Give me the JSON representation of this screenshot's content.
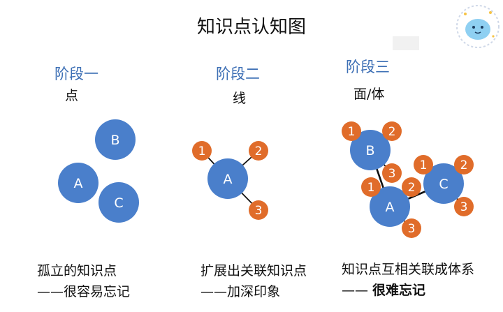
{
  "title": "知识点认知图",
  "colors": {
    "blue": "#4a7fcb",
    "orange": "#e06c2a",
    "stage": "#3d6fb5",
    "line": "#111111"
  },
  "stages": [
    {
      "label": "阶段一",
      "sub": "点",
      "caption_line1": "孤立的知识点",
      "caption_line2": "——很容易忘记",
      "nodes": [
        {
          "id": "B",
          "label": "B",
          "kind": "major"
        },
        {
          "id": "A",
          "label": "A",
          "kind": "major"
        },
        {
          "id": "C",
          "label": "C",
          "kind": "major"
        }
      ],
      "edges": []
    },
    {
      "label": "阶段二",
      "sub": "线",
      "caption_line1": "扩展出关联知识点",
      "caption_line2": "——加深印象",
      "nodes": [
        {
          "id": "A",
          "label": "A",
          "kind": "major"
        },
        {
          "id": "A1",
          "label": "1",
          "kind": "minor"
        },
        {
          "id": "A2",
          "label": "2",
          "kind": "minor"
        },
        {
          "id": "A3",
          "label": "3",
          "kind": "minor"
        }
      ],
      "edges": [
        [
          "A",
          "A1"
        ],
        [
          "A",
          "A2"
        ],
        [
          "A",
          "A3"
        ]
      ]
    },
    {
      "label": "阶段三",
      "sub": "面/体",
      "caption_line1": "知识点互相关联成体系",
      "caption_prefix": "—— ",
      "caption_strong": "很难忘记",
      "nodes": [
        {
          "id": "B",
          "label": "B",
          "kind": "major"
        },
        {
          "id": "B1",
          "label": "1",
          "kind": "minor"
        },
        {
          "id": "B2",
          "label": "2",
          "kind": "minor"
        },
        {
          "id": "B3",
          "label": "3",
          "kind": "minor"
        },
        {
          "id": "A",
          "label": "A",
          "kind": "major"
        },
        {
          "id": "A1",
          "label": "1",
          "kind": "minor"
        },
        {
          "id": "A2",
          "label": "2",
          "kind": "minor"
        },
        {
          "id": "A3",
          "label": "3",
          "kind": "minor"
        },
        {
          "id": "C",
          "label": "C",
          "kind": "major"
        },
        {
          "id": "C1",
          "label": "1",
          "kind": "minor"
        },
        {
          "id": "C2",
          "label": "2",
          "kind": "minor"
        },
        {
          "id": "C3",
          "label": "3",
          "kind": "minor"
        }
      ],
      "edges": [
        [
          "B",
          "B1"
        ],
        [
          "B",
          "B2"
        ],
        [
          "B",
          "B3"
        ],
        [
          "A",
          "A1"
        ],
        [
          "A",
          "A2"
        ],
        [
          "A",
          "A3"
        ],
        [
          "C",
          "C1"
        ],
        [
          "C",
          "C2"
        ],
        [
          "C",
          "C3"
        ],
        [
          "B",
          "A",
          "strong"
        ],
        [
          "A",
          "C",
          "strong"
        ]
      ]
    }
  ]
}
